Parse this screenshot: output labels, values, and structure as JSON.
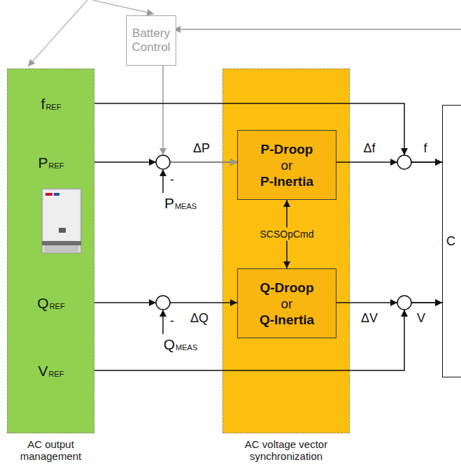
{
  "diagram": {
    "nodes": [
      {
        "text": [
          "Battery Control"
        ]
      },
      {
        "text": [
          "AC output management"
        ]
      },
      {
        "text": [
          "AC voltage vector synchronization"
        ]
      },
      {
        "text": [
          "P-Droop",
          "or",
          "P-Inertia"
        ],
        "in": 2
      },
      {
        "text": [
          "Q-Droop",
          "or",
          "Q-Inertia"
        ],
        "in": 2
      },
      {
        "text": [
          "C"
        ]
      }
    ],
    "edges": [
      {
        "from": 3,
        "to": 4,
        "label": "SCSOpCmd",
        "arrow": "both"
      },
      {
        "from": 1,
        "to": 3,
        "arrow": "to"
      },
      {
        "from": 0,
        "to": 3,
        "arrow": "to"
      },
      {
        "from": 1,
        "to": 4,
        "arrow": "to"
      },
      {
        "from": 3,
        "to": 5,
        "arrow": "to"
      },
      {
        "from": 1,
        "to": 5,
        "arrow": "to"
      },
      {
        "from": 4,
        "to": 5,
        "arrow": "to"
      },
      {
        "from": 1,
        "to": 5,
        "arrow": "to"
      }
    ],
    "labels": [
      "fREF",
      "PREF",
      "QREF",
      "VREF",
      "ΔP",
      "PMEAS",
      "-",
      "Δf",
      "f",
      "ΔQ",
      "QMEAS",
      "-",
      "ΔV",
      "V"
    ]
  }
}
